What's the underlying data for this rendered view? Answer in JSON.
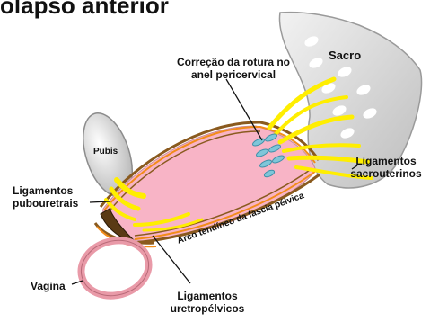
{
  "title": "olapso anterior",
  "labels": {
    "correction": [
      "Correção da rotura no",
      "anel pericervical"
    ],
    "sacrum": "Sacro",
    "pubis": "Pubis",
    "sacrouterine": [
      "Ligamentos",
      "sacrouterinos"
    ],
    "pubourethral": [
      "Ligamentos",
      "pubouretrais"
    ],
    "arcus": "Arco tendíneo da fascia pélvica",
    "vagina": "Vagina",
    "urethropelvic": [
      "Ligamentos",
      "uretropélvicos"
    ]
  },
  "colors": {
    "vagina_fill": "#f8b4c6",
    "ligament": "#ffee00",
    "fascia_brown": "#8a5a1e",
    "fascia_orange": "#f28c1a",
    "ring": "#e99aa8",
    "bone": "#d9d9d9",
    "suture": "#7fc6d9"
  }
}
